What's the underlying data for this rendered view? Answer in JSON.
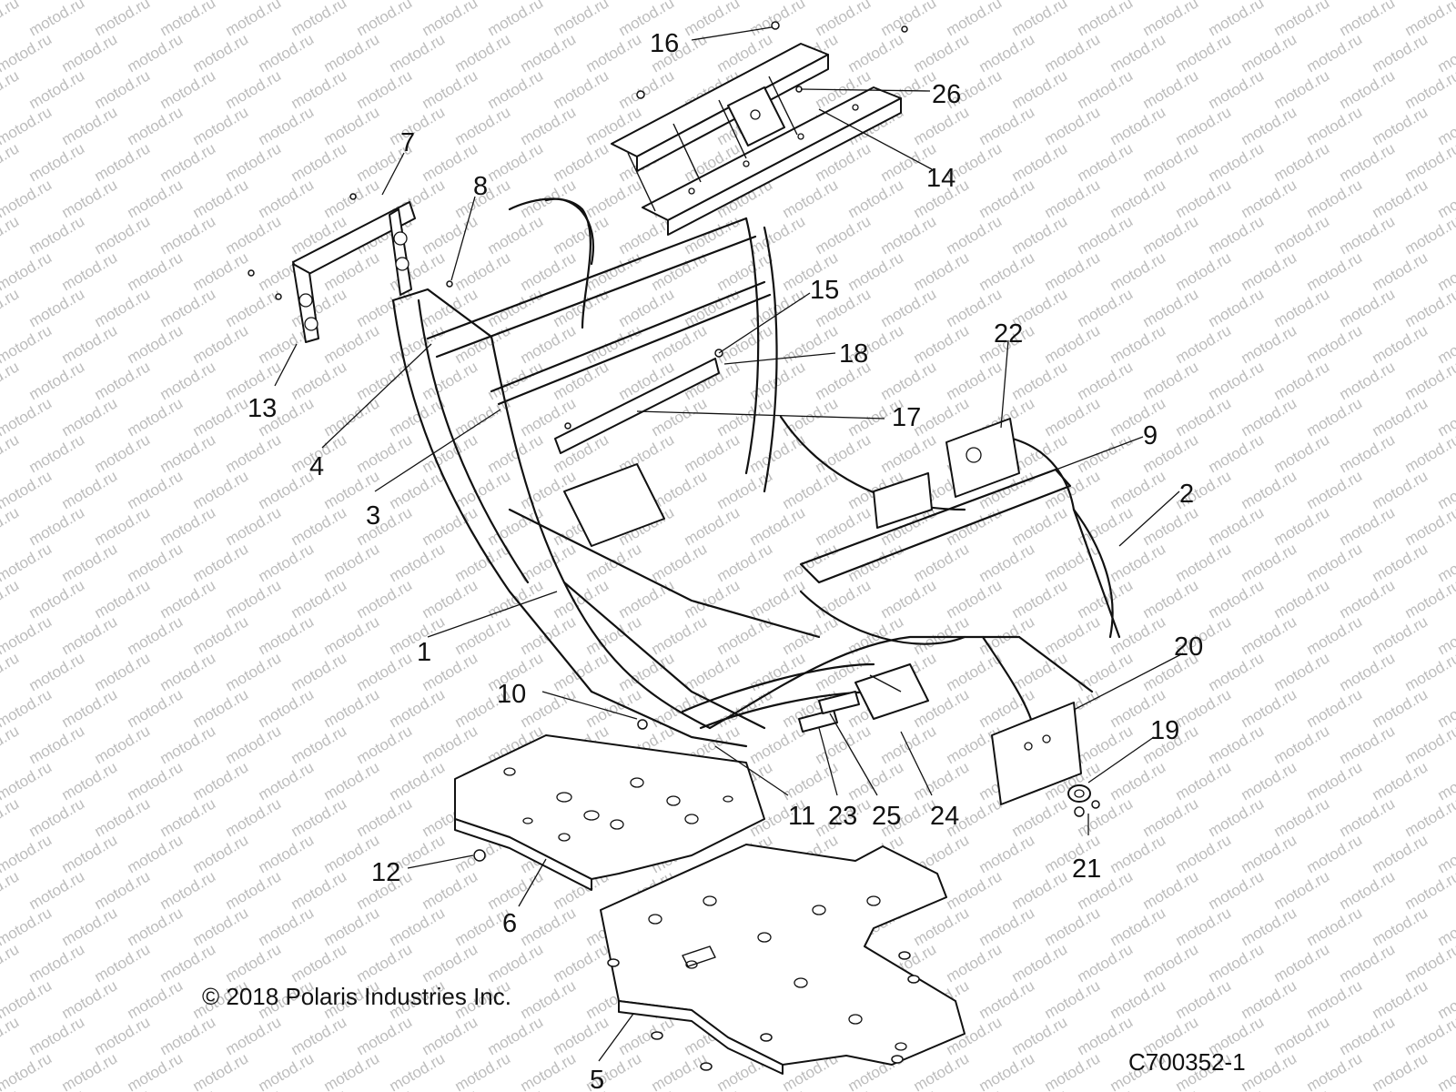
{
  "diagram": {
    "watermark": "motod.ru",
    "copyright": "© 2018 Polaris Industries Inc.",
    "figure_code": "C700352-1",
    "callouts": [
      {
        "id": "1",
        "label": "1"
      },
      {
        "id": "2",
        "label": "2"
      },
      {
        "id": "3",
        "label": "3"
      },
      {
        "id": "4",
        "label": "4"
      },
      {
        "id": "5",
        "label": "5"
      },
      {
        "id": "6",
        "label": "6"
      },
      {
        "id": "7",
        "label": "7"
      },
      {
        "id": "8",
        "label": "8"
      },
      {
        "id": "9",
        "label": "9"
      },
      {
        "id": "10",
        "label": "10"
      },
      {
        "id": "11",
        "label": "11"
      },
      {
        "id": "12",
        "label": "12"
      },
      {
        "id": "13",
        "label": "13"
      },
      {
        "id": "14",
        "label": "14"
      },
      {
        "id": "15",
        "label": "15"
      },
      {
        "id": "16",
        "label": "16"
      },
      {
        "id": "17",
        "label": "17"
      },
      {
        "id": "18",
        "label": "18"
      },
      {
        "id": "19",
        "label": "19"
      },
      {
        "id": "20",
        "label": "20"
      },
      {
        "id": "21",
        "label": "21"
      },
      {
        "id": "22",
        "label": "22"
      },
      {
        "id": "23",
        "label": "23"
      },
      {
        "id": "24",
        "label": "24"
      },
      {
        "id": "25",
        "label": "25"
      },
      {
        "id": "26",
        "label": "26"
      }
    ]
  }
}
